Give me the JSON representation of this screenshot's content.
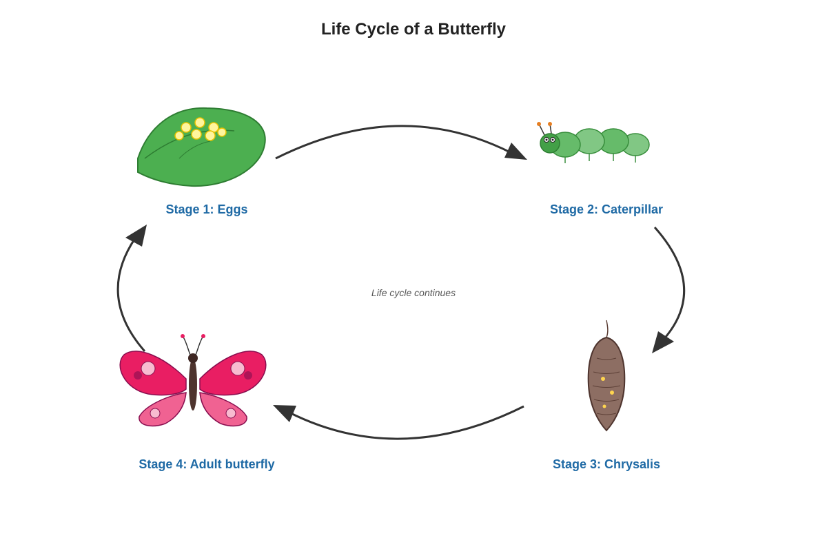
{
  "title": "Life Cycle of a Butterfly",
  "stages": [
    {
      "label": "Stage 1: Eggs"
    },
    {
      "label": "Stage 2: Caterpillar"
    },
    {
      "label": "Stage 3: Chrysalis"
    },
    {
      "label": "Stage 4: Adult butterfly"
    }
  ],
  "center_note": "Life cycle continues",
  "colors": {
    "label": "#1f6aa5",
    "arrow": "#333333",
    "leaf": "#4caf50",
    "egg": "#fff59d",
    "caterpillar": "#66bb6a",
    "chrysalis": "#8d6e63",
    "butterfly_upper": "#e91e63",
    "butterfly_lower": "#f06292"
  }
}
